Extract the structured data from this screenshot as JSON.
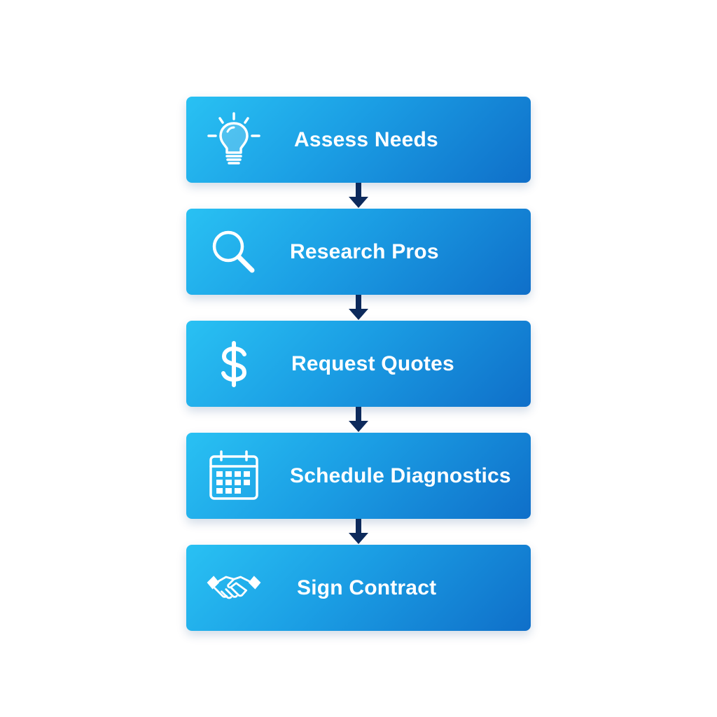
{
  "steps": [
    {
      "label": "Assess Needs",
      "icon": "lightbulb-icon"
    },
    {
      "label": "Research Pros",
      "icon": "magnifier-icon"
    },
    {
      "label": "Request Quotes",
      "icon": "dollar-icon"
    },
    {
      "label": "Schedule Diagnostics",
      "icon": "calendar-icon"
    },
    {
      "label": "Sign Contract",
      "icon": "handshake-icon"
    }
  ],
  "colors": {
    "box_gradient_start": "#29c1f3",
    "box_gradient_end": "#0f6fc9",
    "arrow": "#0d2a5c",
    "text": "#ffffff"
  }
}
